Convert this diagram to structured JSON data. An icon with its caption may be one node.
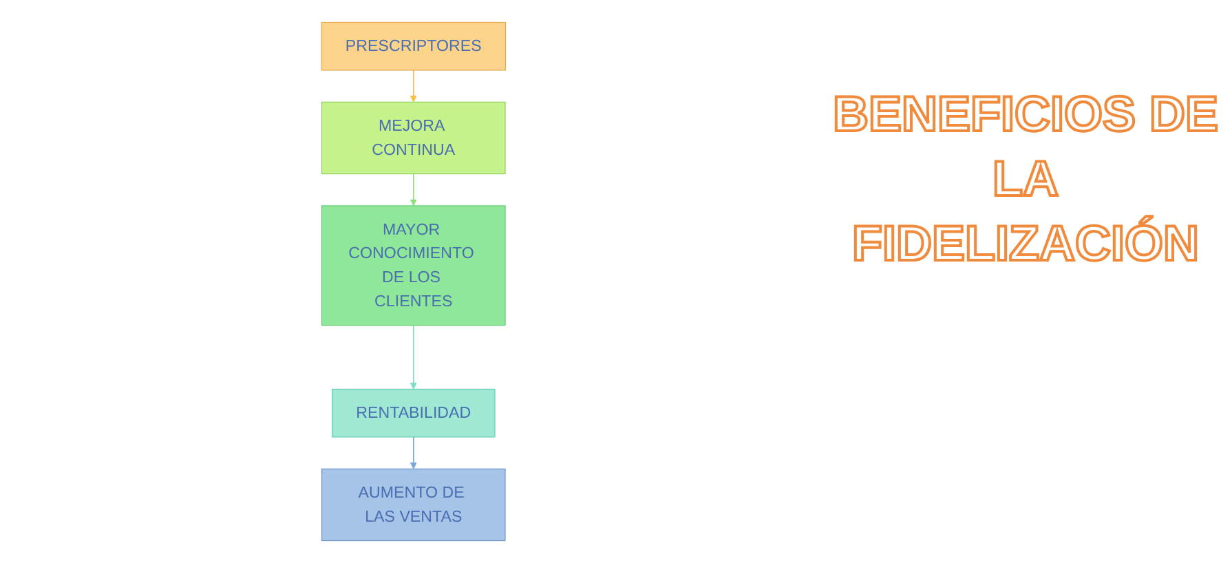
{
  "diagram": {
    "title": "BENEFICIOS DE LA FIDELIZACIÓN",
    "nodes": [
      {
        "text": [
          "PRESCRIPTORES"
        ]
      },
      {
        "text": [
          "MEJORA CONTINUA"
        ]
      },
      {
        "text": [
          "MAYOR CONOCIMIENTO DE LOS CLIENTES"
        ]
      },
      {
        "text": [
          "RENTABILIDAD"
        ]
      },
      {
        "text": [
          "AUMENTO DE LAS VENTAS"
        ]
      }
    ],
    "edges": [
      {
        "from": 0,
        "to": 1,
        "arrow": "to",
        "color": "#f5c04a"
      },
      {
        "from": 1,
        "to": 2,
        "arrow": "to",
        "color": "#8fe07a"
      },
      {
        "from": 2,
        "to": 3,
        "arrow": "to",
        "color": "#7fdcc6"
      },
      {
        "from": 3,
        "to": 4,
        "arrow": "to",
        "color": "#7aa7d8"
      }
    ]
  }
}
